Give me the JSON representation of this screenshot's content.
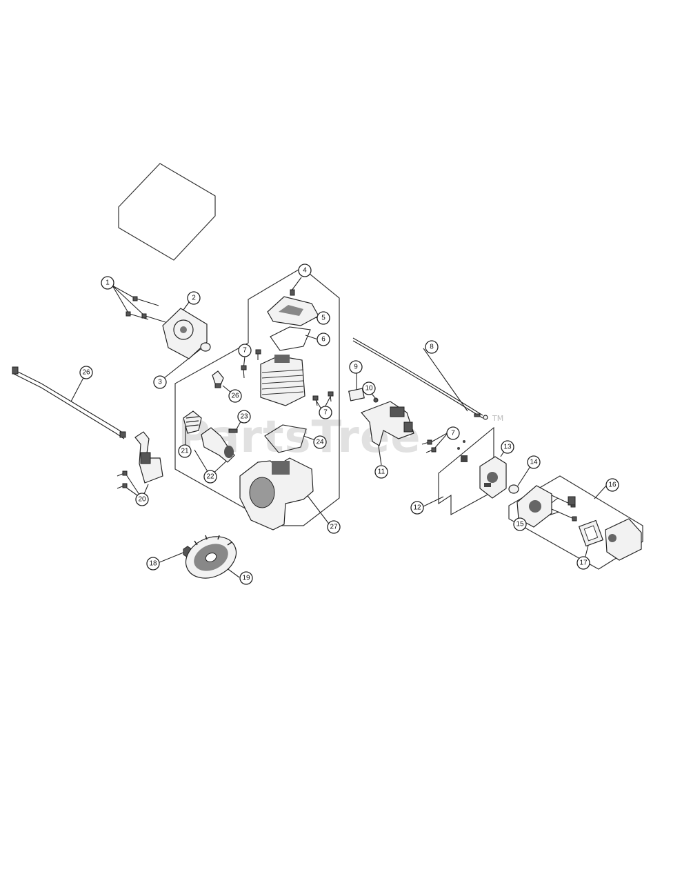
{
  "watermark": {
    "text": "PartsTree",
    "tm": "TM"
  },
  "callouts": [
    {
      "id": "c1",
      "label": "1"
    },
    {
      "id": "c2",
      "label": "2"
    },
    {
      "id": "c3",
      "label": "3"
    },
    {
      "id": "c4",
      "label": "4"
    },
    {
      "id": "c5",
      "label": "5"
    },
    {
      "id": "c6",
      "label": "6"
    },
    {
      "id": "c7a",
      "label": "7"
    },
    {
      "id": "c7b",
      "label": "7"
    },
    {
      "id": "c7c",
      "label": "7"
    },
    {
      "id": "c8",
      "label": "8"
    },
    {
      "id": "c9",
      "label": "9"
    },
    {
      "id": "c10",
      "label": "10"
    },
    {
      "id": "c11",
      "label": "11"
    },
    {
      "id": "c12",
      "label": "12"
    },
    {
      "id": "c13",
      "label": "13"
    },
    {
      "id": "c14",
      "label": "14"
    },
    {
      "id": "c15",
      "label": "15"
    },
    {
      "id": "c16",
      "label": "16"
    },
    {
      "id": "c17",
      "label": "17"
    },
    {
      "id": "c18",
      "label": "18"
    },
    {
      "id": "c19",
      "label": "19"
    },
    {
      "id": "c20",
      "label": "20"
    },
    {
      "id": "c21",
      "label": "21"
    },
    {
      "id": "c22",
      "label": "22"
    },
    {
      "id": "c23",
      "label": "23"
    },
    {
      "id": "c24",
      "label": "24"
    },
    {
      "id": "c26a",
      "label": "26"
    },
    {
      "id": "c26b",
      "label": "26"
    },
    {
      "id": "c27",
      "label": "27"
    }
  ]
}
